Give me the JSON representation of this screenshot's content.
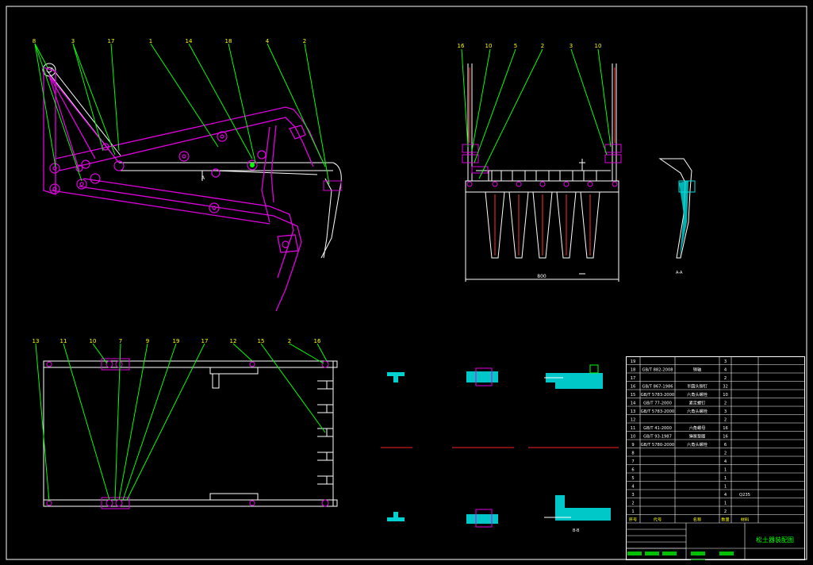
{
  "drawing": {
    "title": "松土器装配图",
    "view_label_section": "A-A",
    "view_label_detail": "B-B",
    "section_mark": "A",
    "overall_dim": "800"
  },
  "balloons": {
    "side_view": [
      "8",
      "3",
      "17",
      "1",
      "14",
      "18",
      "4",
      "2"
    ],
    "front_view": [
      "16",
      "10",
      "5",
      "2",
      "3",
      "10"
    ],
    "top_view": [
      "13",
      "11",
      "10",
      "7",
      "9",
      "19",
      "17",
      "12",
      "15",
      "2",
      "16"
    ]
  },
  "colors": {
    "frame": "#ffffff",
    "ripper_arm": "#e000e0",
    "leader": "#00ff00",
    "section_hatch": "#00e0e0",
    "center_line": "#ff2020",
    "shank_fill": "#ff3030"
  },
  "bom": {
    "headers": [
      "序号",
      "代号",
      "名称",
      "数量",
      "材料"
    ],
    "rows": [
      {
        "no": "19",
        "code": "",
        "name": "",
        "qty": "3",
        "mat": ""
      },
      {
        "no": "18",
        "code": "GB/T 882-2008",
        "name": "销轴",
        "qty": "4",
        "mat": ""
      },
      {
        "no": "17",
        "code": "",
        "name": "",
        "qty": "2",
        "mat": ""
      },
      {
        "no": "16",
        "code": "GB/T 867-1986",
        "name": "半圆头铆钉",
        "qty": "32",
        "mat": ""
      },
      {
        "no": "15",
        "code": "GB/T 5783-2000",
        "name": "六角头螺栓",
        "qty": "10",
        "mat": ""
      },
      {
        "no": "14",
        "code": "GB/T 77-2000",
        "name": "紧定螺钉",
        "qty": "2",
        "mat": ""
      },
      {
        "no": "13",
        "code": "GB/T 5783-2000",
        "name": "六角头螺栓",
        "qty": "3",
        "mat": ""
      },
      {
        "no": "12",
        "code": "",
        "name": "",
        "qty": "2",
        "mat": ""
      },
      {
        "no": "11",
        "code": "GB/T 41-2000",
        "name": "六角螺母",
        "qty": "16",
        "mat": ""
      },
      {
        "no": "10",
        "code": "GB/T 93-1987",
        "name": "弹簧垫圈",
        "qty": "16",
        "mat": ""
      },
      {
        "no": "9",
        "code": "GB/T 5780-2000",
        "name": "六角头螺栓",
        "qty": "6",
        "mat": ""
      },
      {
        "no": "8",
        "code": "",
        "name": "",
        "qty": "2",
        "mat": ""
      },
      {
        "no": "7",
        "code": "",
        "name": "",
        "qty": "4",
        "mat": ""
      },
      {
        "no": "6",
        "code": "",
        "name": "",
        "qty": "1",
        "mat": ""
      },
      {
        "no": "5",
        "code": "",
        "name": "",
        "qty": "1",
        "mat": ""
      },
      {
        "no": "4",
        "code": "",
        "name": "",
        "qty": "1",
        "mat": ""
      },
      {
        "no": "3",
        "code": "",
        "name": "",
        "qty": "4",
        "mat": "Q235"
      },
      {
        "no": "2",
        "code": "",
        "name": "",
        "qty": "1",
        "mat": ""
      },
      {
        "no": "1",
        "code": "",
        "name": "",
        "qty": "2",
        "mat": ""
      }
    ]
  }
}
